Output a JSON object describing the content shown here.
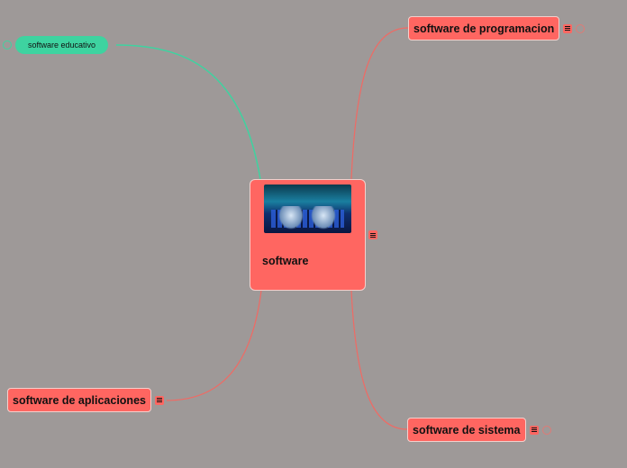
{
  "central": {
    "label": "software",
    "image": "hands-on-keyboard-digital-image",
    "menu_icon": "menu-icon"
  },
  "branches": [
    {
      "label": "software de programacion",
      "color": "#ff6661"
    },
    {
      "label": "software educativo",
      "color": "#3ed3a0"
    },
    {
      "label": "software de aplicaciones",
      "color": "#ff6661"
    },
    {
      "label": "software de sistema",
      "color": "#ff6661"
    }
  ],
  "colors": {
    "background": "#9e9998",
    "main_node": "#ff6661",
    "edu_node": "#3ed3a0"
  }
}
